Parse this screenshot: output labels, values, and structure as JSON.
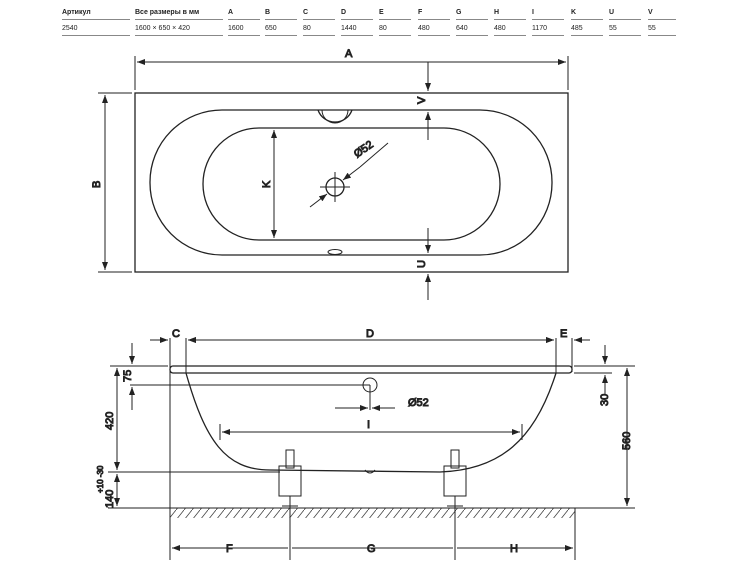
{
  "table": {
    "headers": [
      "Артикул",
      "Все размеры в мм",
      "A",
      "B",
      "C",
      "D",
      "E",
      "F",
      "G",
      "H",
      "I",
      "K",
      "U",
      "V"
    ],
    "values": [
      "2540",
      "1600 × 650 × 420",
      "1600",
      "650",
      "80",
      "1440",
      "80",
      "480",
      "640",
      "480",
      "1170",
      "485",
      "55",
      "55"
    ]
  },
  "top_view": {
    "a": "A",
    "b": "B",
    "k": "K",
    "v": "V",
    "u": "U",
    "drain": "Ø52"
  },
  "side_view": {
    "c": "C",
    "d": "D",
    "e": "E",
    "h75": "75",
    "h420": "420",
    "h140": "140",
    "tol": "+10 -30",
    "overflow": "Ø52",
    "i": "I",
    "h30": "30",
    "h560": "560",
    "f": "F",
    "g": "G",
    "h": "H"
  }
}
